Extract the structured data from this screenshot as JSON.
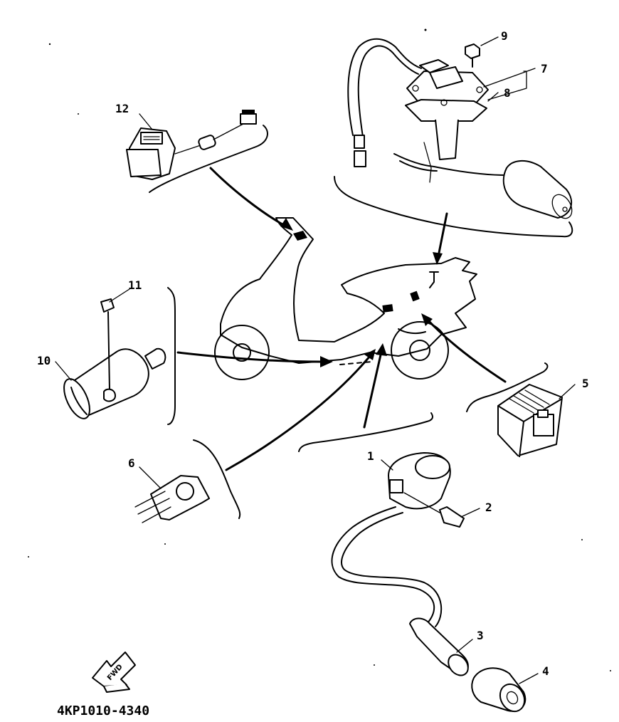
{
  "diagram": {
    "part_numbers": [
      "1",
      "2",
      "3",
      "4",
      "5",
      "6",
      "7",
      "8",
      "9",
      "10",
      "11",
      "12"
    ],
    "orientation_marker": "FWD",
    "drawing_code": "4KP1010-4340"
  }
}
